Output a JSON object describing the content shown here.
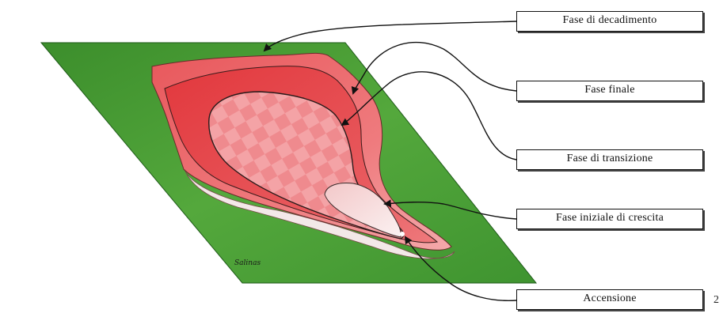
{
  "labels": {
    "decay": "Fase di decadimento",
    "final": "Fase finale",
    "transition": "Fase di transizione",
    "initial_growth": "Fase iniziale di crescita",
    "ignition": "Accensione"
  },
  "page_number": "2",
  "signature": "Salinas",
  "colors": {
    "ground": "#4a9a35",
    "ground_dark": "#2f7a25",
    "outer_zone": "#ec6a6d",
    "final_zone": "#e8494d",
    "transition_zone": "#f08e92",
    "initial_zone": "#f6dede",
    "outline": "#3a2a2a",
    "arrow": "#111111"
  }
}
